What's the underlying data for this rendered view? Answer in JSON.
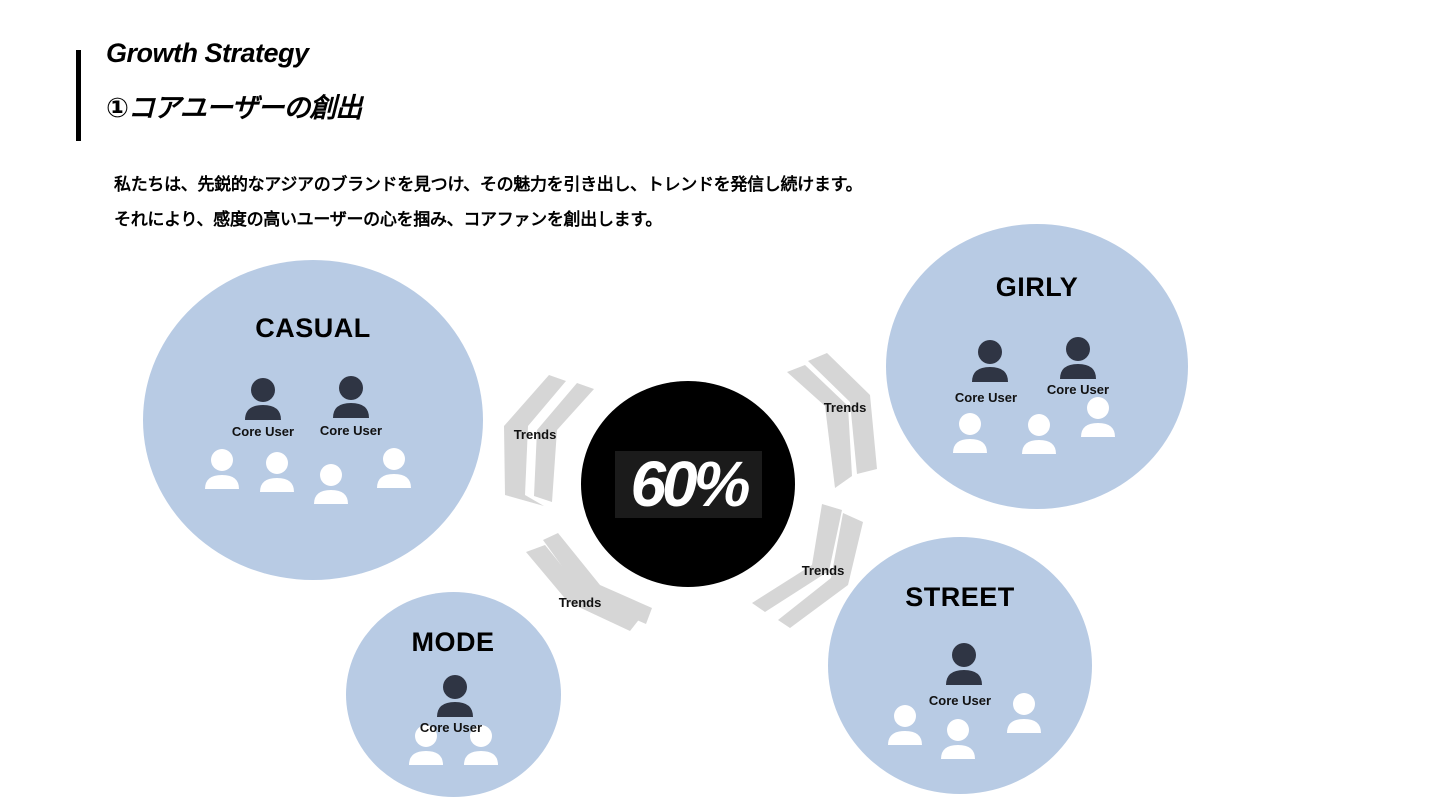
{
  "header": {
    "title_en": "Growth Strategy",
    "title_ja": "①コアユーザーの創出"
  },
  "intro": {
    "line1": "私たちは、先鋭的なアジアのブランドを見つけ、その魅力を引き出し、トレンドを発信し続けます。",
    "line2": "それにより、感度の高いユーザーの心を掴み、コアファンを創出します。"
  },
  "hub": {
    "label": "60%"
  },
  "trend_label": "Trends",
  "core_user_label": "Core User",
  "segments": {
    "casual": {
      "title": "CASUAL",
      "core_users": 2,
      "users": 4
    },
    "girly": {
      "title": "GIRLY",
      "core_users": 2,
      "users": 3
    },
    "mode": {
      "title": "MODE",
      "core_users": 1,
      "users": 2
    },
    "street": {
      "title": "STREET",
      "core_users": 1,
      "users": 3
    }
  },
  "colors": {
    "circle_fill": "#b8cbe4",
    "core_user_icon": "#2f3544",
    "user_icon": "#ffffff",
    "arrow": "#d6d6d6",
    "hub": "#000000"
  }
}
